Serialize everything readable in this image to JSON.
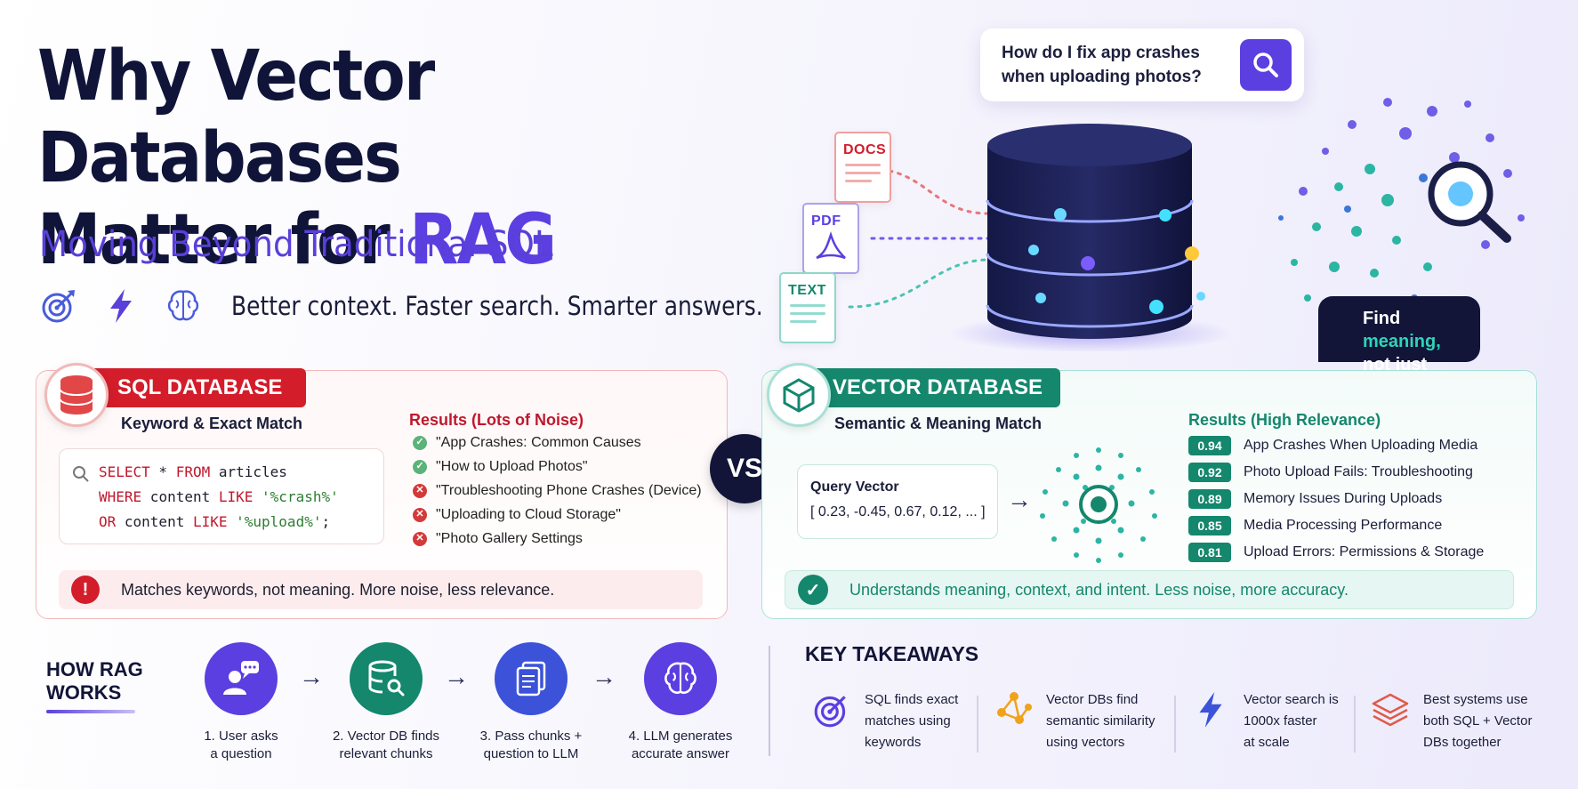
{
  "header": {
    "title_line1": "Why Vector Databases",
    "title_line2_prefix": "Matter for ",
    "title_line2_highlight": "RAG",
    "subtitle": "Moving Beyond Traditional SQL",
    "tagline": "Better context. Faster search. Smarter answers.",
    "tagline_icons": [
      "target-icon",
      "lightning-icon",
      "brain-icon"
    ]
  },
  "hero": {
    "search_query": "How do I fix app crashes when uploading photos?",
    "docs": [
      "DOCS",
      "PDF",
      "TEXT"
    ],
    "badge_prefix": "Find ",
    "badge_highlight": "meaning,",
    "badge_suffix": "not just words."
  },
  "sql_panel": {
    "title": "SQL DATABASE",
    "subtitle": "Keyword & Exact Match",
    "code": {
      "l1_kw1": "SELECT",
      "l1_mid": " * ",
      "l1_kw2": "FROM",
      "l1_tail": " articles",
      "l2_kw1": "WHERE",
      "l2_mid": " content ",
      "l2_kw2": "LIKE",
      "l2_str": " '%crash%'",
      "l3_kw1": "OR",
      "l3_mid": " content ",
      "l3_kw2": "LIKE",
      "l3_str": " '%upload%'",
      "l3_tail": ";"
    },
    "results_title": "Results (Lots of Noise)",
    "results": [
      {
        "text": "\"App Crashes: Common Causes",
        "status": "match"
      },
      {
        "text": "\"How to Upload Photos\"",
        "status": "match"
      },
      {
        "text": "\"Troubleshooting Phone Crashes (Device)",
        "status": "miss"
      },
      {
        "text": "\"Uploading to Cloud Storage\"",
        "status": "miss"
      },
      {
        "text": "\"Photo Gallery Settings",
        "status": "miss"
      }
    ],
    "warning": "Matches keywords, not meaning. More noise, less relevance."
  },
  "vs_label": "VS",
  "vector_panel": {
    "title": "VECTOR DATABASE",
    "subtitle": "Semantic & Meaning Match",
    "query_title": "Query Vector",
    "query_value": "[ 0.23, -0.45, 0.67, 0.12, ... ]",
    "results_title": "Results (High Relevance)",
    "results": [
      {
        "score": "0.94",
        "text": "App Crashes When Uploading Media"
      },
      {
        "score": "0.92",
        "text": "Photo Upload Fails: Troubleshooting"
      },
      {
        "score": "0.89",
        "text": "Memory Issues During Uploads"
      },
      {
        "score": "0.85",
        "text": "Media Processing Performance"
      },
      {
        "score": "0.81",
        "text": "Upload Errors: Permissions & Storage"
      }
    ],
    "success": "Understands meaning, context, and intent. Less noise, more accuracy."
  },
  "how_rag": {
    "title_line1": "HOW RAG",
    "title_line2": "WORKS",
    "steps": [
      {
        "line1": "1. User asks",
        "line2": "a question",
        "color": "#5b3fe0"
      },
      {
        "line1": "2. Vector DB finds",
        "line2": "relevant chunks",
        "color": "#14876d"
      },
      {
        "line1": "3. Pass chunks +",
        "line2": "question to LLM",
        "color": "#3b52d9"
      },
      {
        "line1": "4. LLM generates",
        "line2": "accurate answer",
        "color": "#5b3fe0"
      }
    ],
    "arrow": "→"
  },
  "takeaways": {
    "title": "KEY TAKEAWAYS",
    "items": [
      {
        "l1": "SQL finds exact",
        "l2": "matches using",
        "l3": "keywords"
      },
      {
        "l1": "Vector DBs find",
        "l2": "semantic similarity",
        "l3": "using vectors"
      },
      {
        "l1": "Vector search is",
        "l2": "1000x faster",
        "l3": "at scale"
      },
      {
        "l1": "Best systems use",
        "l2": "both SQL + Vector",
        "l3": "DBs together"
      }
    ]
  },
  "colors": {
    "brand_purple": "#5b3fe0",
    "sql_red": "#d31d2b",
    "vector_teal": "#14876d",
    "navy": "#121538"
  }
}
